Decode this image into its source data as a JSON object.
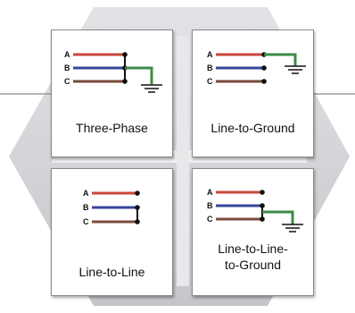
{
  "colors": {
    "phase_a": "#c8463c",
    "phase_b": "#39459b",
    "phase_c": "#7a4a3a",
    "ground": "#3f8a4a",
    "background_shape": "#cfd0d3"
  },
  "phase_labels": [
    "A",
    "B",
    "C"
  ],
  "cards": [
    {
      "name": "three-phase",
      "label": "Three-Phase",
      "ground_icon": "ground-symbol-icon"
    },
    {
      "name": "line-to-ground",
      "label": "Line-to-Ground",
      "ground_icon": "ground-symbol-icon"
    },
    {
      "name": "line-to-line",
      "label": "Line-to-Line"
    },
    {
      "name": "line-to-line-to-ground",
      "label_line1": "Line-to-Line-",
      "label_line2": "to-Ground",
      "ground_icon": "ground-symbol-icon"
    }
  ]
}
